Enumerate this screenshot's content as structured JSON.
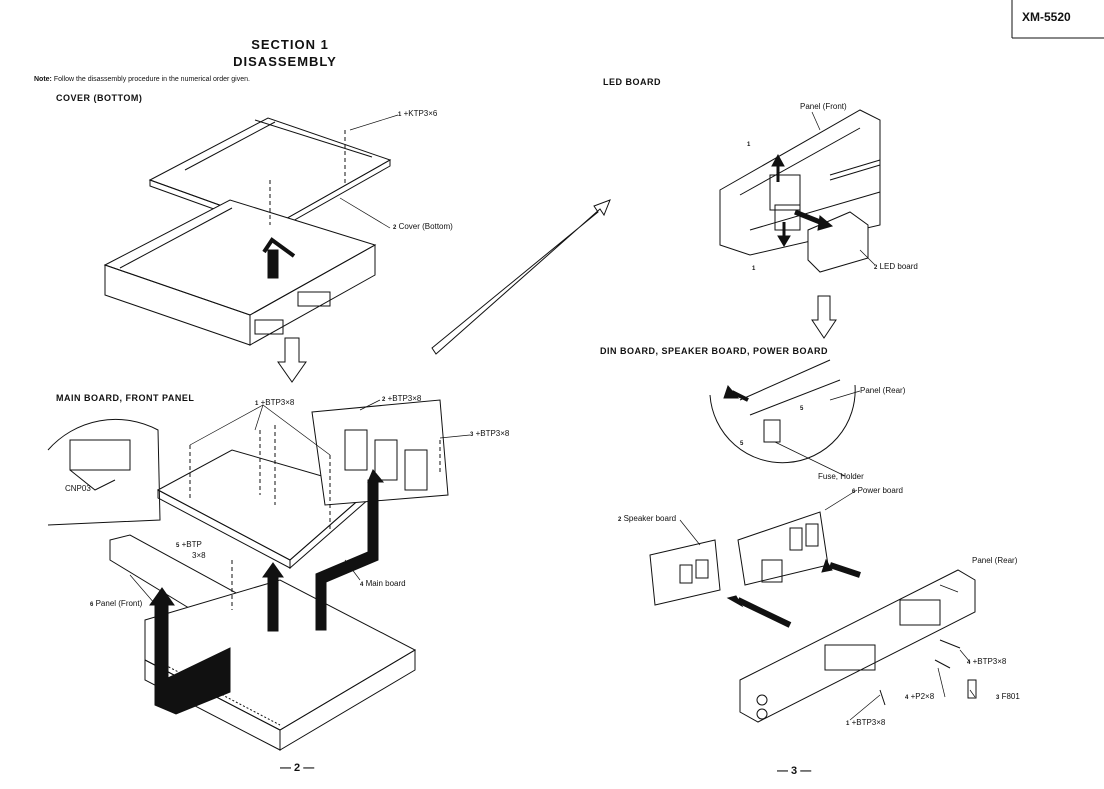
{
  "header": {
    "model": "XM-5520"
  },
  "section": {
    "line1": "SECTION 1",
    "line2": "DISASSEMBLY"
  },
  "note": {
    "bold": "Note:",
    "text": "Follow the disassembly procedure in the numerical order given."
  },
  "headings": {
    "cover": "COVER (BOTTOM)",
    "main": "MAIN BOARD, FRONT PANEL",
    "led": "LED BOARD",
    "din": "DIN BOARD, SPEAKER BOARD, POWER BOARD"
  },
  "labels": {
    "cover_screw": "+KTP3×6",
    "cover_bottom": "Cover (Bottom)",
    "main_btp1": "+BTP3×8",
    "main_btp2": "+BTP3×8",
    "main_btp3": "+BTP3×8",
    "cnp03": "CNP03",
    "main_btp5a": "+BTP",
    "main_btp5b": "3×8",
    "main_board": "Main board",
    "panel_front_main": "Panel (Front)",
    "led_panel_front": "Panel (Front)",
    "led_board": "LED board",
    "din_panel_rear1": "Panel (Rear)",
    "fuse_holder": "Fuse, Holder",
    "power_board": "Power board",
    "speaker_board": "Speaker board",
    "din_panel_rear2": "Panel (Rear)",
    "din_btp4": "+BTP3×8",
    "din_p2": "+P2×8",
    "f801": "F801",
    "din_btp1": "+BTP3×8"
  },
  "markers": {
    "m1": "1",
    "m2": "2",
    "m3": "3",
    "m4": "4",
    "m5": "5",
    "m6": "6"
  },
  "pages": {
    "left": "— 2 —",
    "right": "— 3 —"
  }
}
